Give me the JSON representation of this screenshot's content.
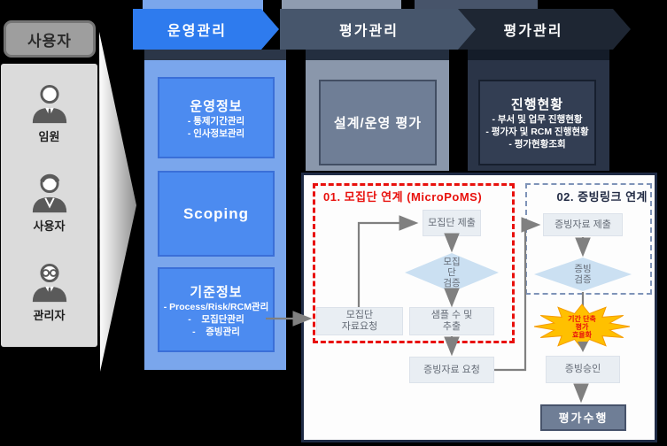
{
  "users_panel": {
    "header": "사용자",
    "personas": [
      {
        "label": "임원"
      },
      {
        "label": "사용자"
      },
      {
        "label": "관리자"
      }
    ]
  },
  "columns": [
    {
      "banner": "운영관리",
      "boxes": [
        {
          "title": "운영정보",
          "items": [
            "- 통제기간관리",
            "- 인사정보관리"
          ]
        },
        {
          "title": "Scoping",
          "items": []
        },
        {
          "title": "기준정보",
          "items": [
            "- Process/Risk/RCM관리",
            "-    모집단관리",
            "-    증빙관리"
          ]
        }
      ]
    },
    {
      "banner": "평가관리",
      "boxes": [
        {
          "title": "설계/운영 평가",
          "items": []
        }
      ]
    },
    {
      "banner": "평가관리",
      "boxes": [
        {
          "title": "진행현황",
          "items": [
            "- 부서 및 업무 진행현황",
            "- 평가자 및 RCM 진행현황",
            "- 평가현황조회"
          ]
        }
      ]
    }
  ],
  "flowchart": {
    "group1_title": "01. 모집단 연계 (MicroPoMS)",
    "group2_title": "02. 증빙링크 연계",
    "nodes": {
      "population_request": "모집단\n자료요청",
      "population_submit": "모집단 제출",
      "population_verify": "모집\n단\n검증",
      "sample_extract": "샘플 수 및\n추출",
      "evidence_request": "증빙자료 요청",
      "evidence_submit": "증빙자료 제출",
      "evidence_verify": "증빙\n검증",
      "burst": "기간 단축\n평가\n효율화",
      "evidence_approve": "증빙승인",
      "perform_evaluation": "평가수행"
    }
  },
  "colors": {
    "banner_blue": "#2E7BEE",
    "banner_slate": "#47566C",
    "banner_dark": "#1E2633",
    "panel_blue": "#7AA6EC",
    "panel_gray": "#8A97AB",
    "panel_navy": "#2A3447",
    "accent_red": "#E8100C",
    "dashed_blue": "#7E93B8",
    "node_bg": "#E9EEF3",
    "diamond_bg": "#CBE0F2",
    "burst_fill": "#FFC000",
    "arrow_gray": "#808080"
  }
}
